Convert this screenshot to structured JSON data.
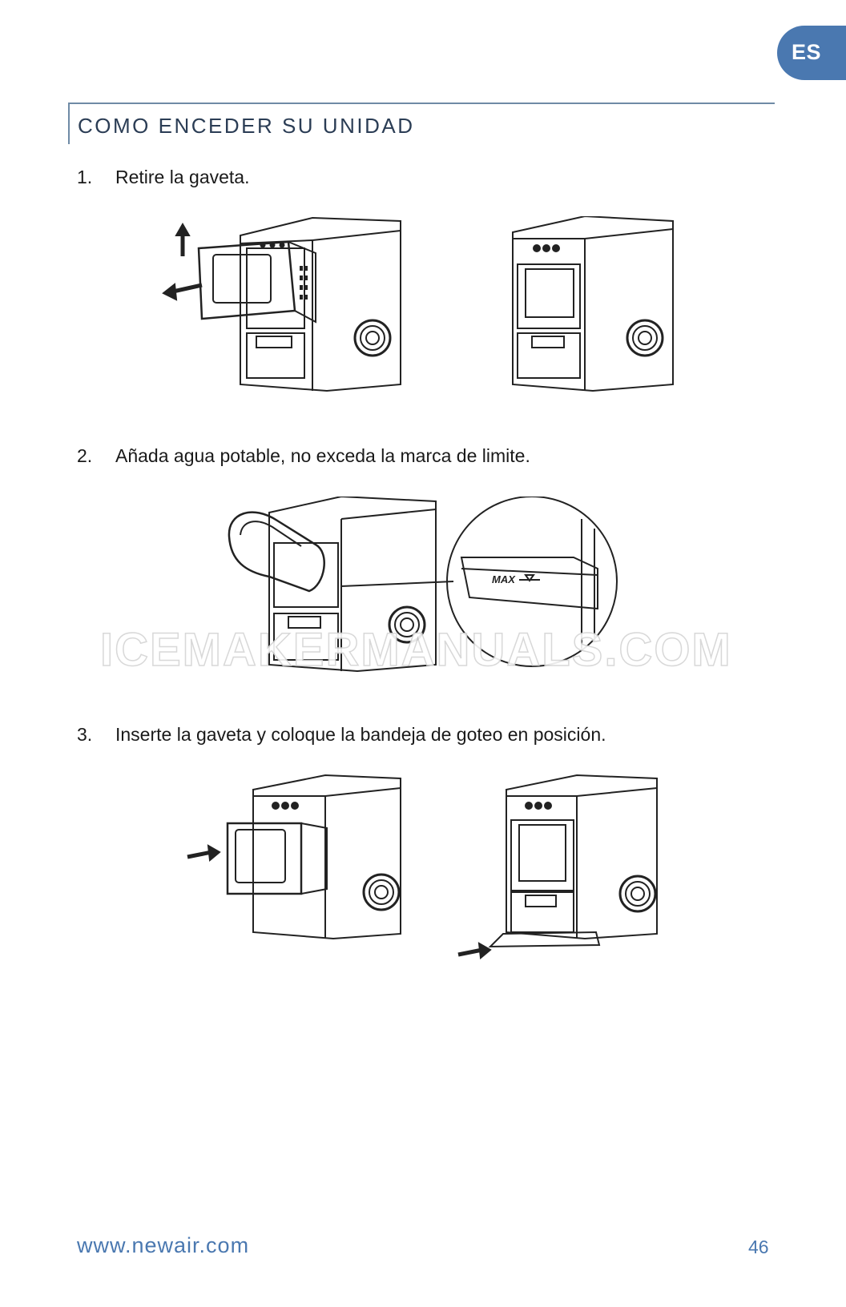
{
  "language_tab": "ES",
  "section_title": "COMO ENCEDER SU UNIDAD",
  "steps": [
    {
      "number": "1.",
      "text": "Retire la gaveta."
    },
    {
      "number": "2.",
      "text": "Añada agua potable, no exceda la marca de limite."
    },
    {
      "number": "3.",
      "text": "Inserte la gaveta y coloque la bandeja de goteo en posición."
    }
  ],
  "diagram_labels": {
    "max_mark": "MAX"
  },
  "watermark": "ICEMAKERMANUALS.COM",
  "footer": {
    "url": "www.newair.com",
    "page_number": "46"
  },
  "colors": {
    "accent": "#4a78b0",
    "title_rule": "#6f8ba6",
    "title_text": "#2b3d55"
  }
}
